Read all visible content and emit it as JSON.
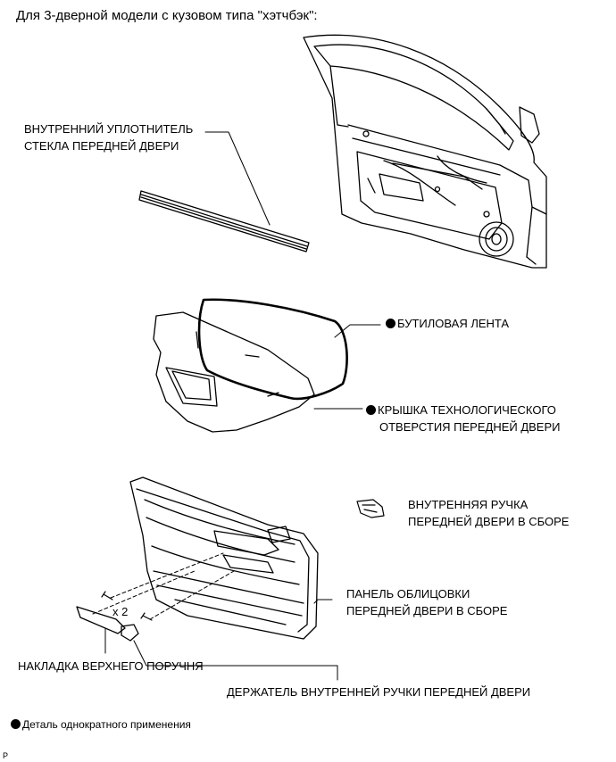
{
  "header": {
    "title": "Для 3-дверной модели с кузовом типа \"хэтчбэк\":"
  },
  "parts": {
    "glass_seal": {
      "line1": "ВНУТРЕННИЙ УПЛОТНИТЕЛЬ",
      "line2": "СТЕКЛА ПЕРЕДНЕЙ ДВЕРИ"
    },
    "butyl_tape": {
      "line1": "БУТИЛОВАЯ ЛЕНТА"
    },
    "service_hole_cover": {
      "line1": "КРЫШКА ТЕХНОЛОГИЧЕСКОГО",
      "line2": "ОТВЕРСТИЯ ПЕРЕДНЕЙ ДВЕРИ"
    },
    "inside_handle": {
      "line1": "ВНУТРЕННЯЯ РУЧКА",
      "line2": "ПЕРЕДНЕЙ ДВЕРИ В СБОРЕ"
    },
    "trim_panel": {
      "line1": "ПАНЕЛЬ ОБЛИЦОВКИ",
      "line2": "ПЕРЕДНЕЙ ДВЕРИ В СБОРЕ"
    },
    "armrest_cover": {
      "line1": "НАКЛАДКА ВЕРХНЕГО ПОРУЧНЯ"
    },
    "handle_bezel": {
      "line1": "ДЕРЖАТЕЛЬ ВНУТРЕННЕЙ РУЧКИ ПЕРЕДНЕЙ ДВЕРИ"
    }
  },
  "screw_quantity": "x 2",
  "legend": {
    "text": "Деталь однократного применения"
  },
  "corner_mark": "P",
  "colors": {
    "line": "#000000",
    "background": "#ffffff"
  },
  "icons": {
    "non_reusable": "filled-circle"
  }
}
